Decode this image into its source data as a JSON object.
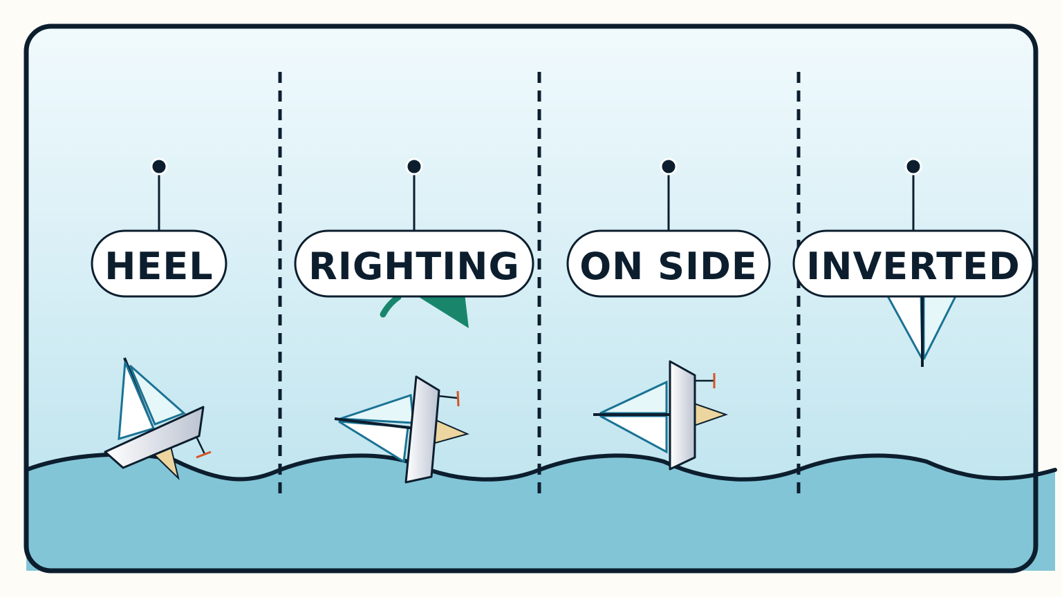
{
  "diagram": {
    "stages": [
      {
        "id": "heel",
        "label": "HEEL"
      },
      {
        "id": "righting",
        "label": "RIGHTING"
      },
      {
        "id": "on-side",
        "label": "ON SIDE"
      },
      {
        "id": "inverted",
        "label": "INVERTED"
      }
    ]
  },
  "colors": {
    "outline": "#0c1e2e",
    "sky_top": "#f1fafd",
    "sky_bottom": "#b8e1ec",
    "water": "#82c5d6",
    "sail_stroke": "#1a7294",
    "sail_fill": "#e6f7f9",
    "keel": "#ecd59f",
    "rudder": "#d65424",
    "arrow": "#19866c"
  }
}
